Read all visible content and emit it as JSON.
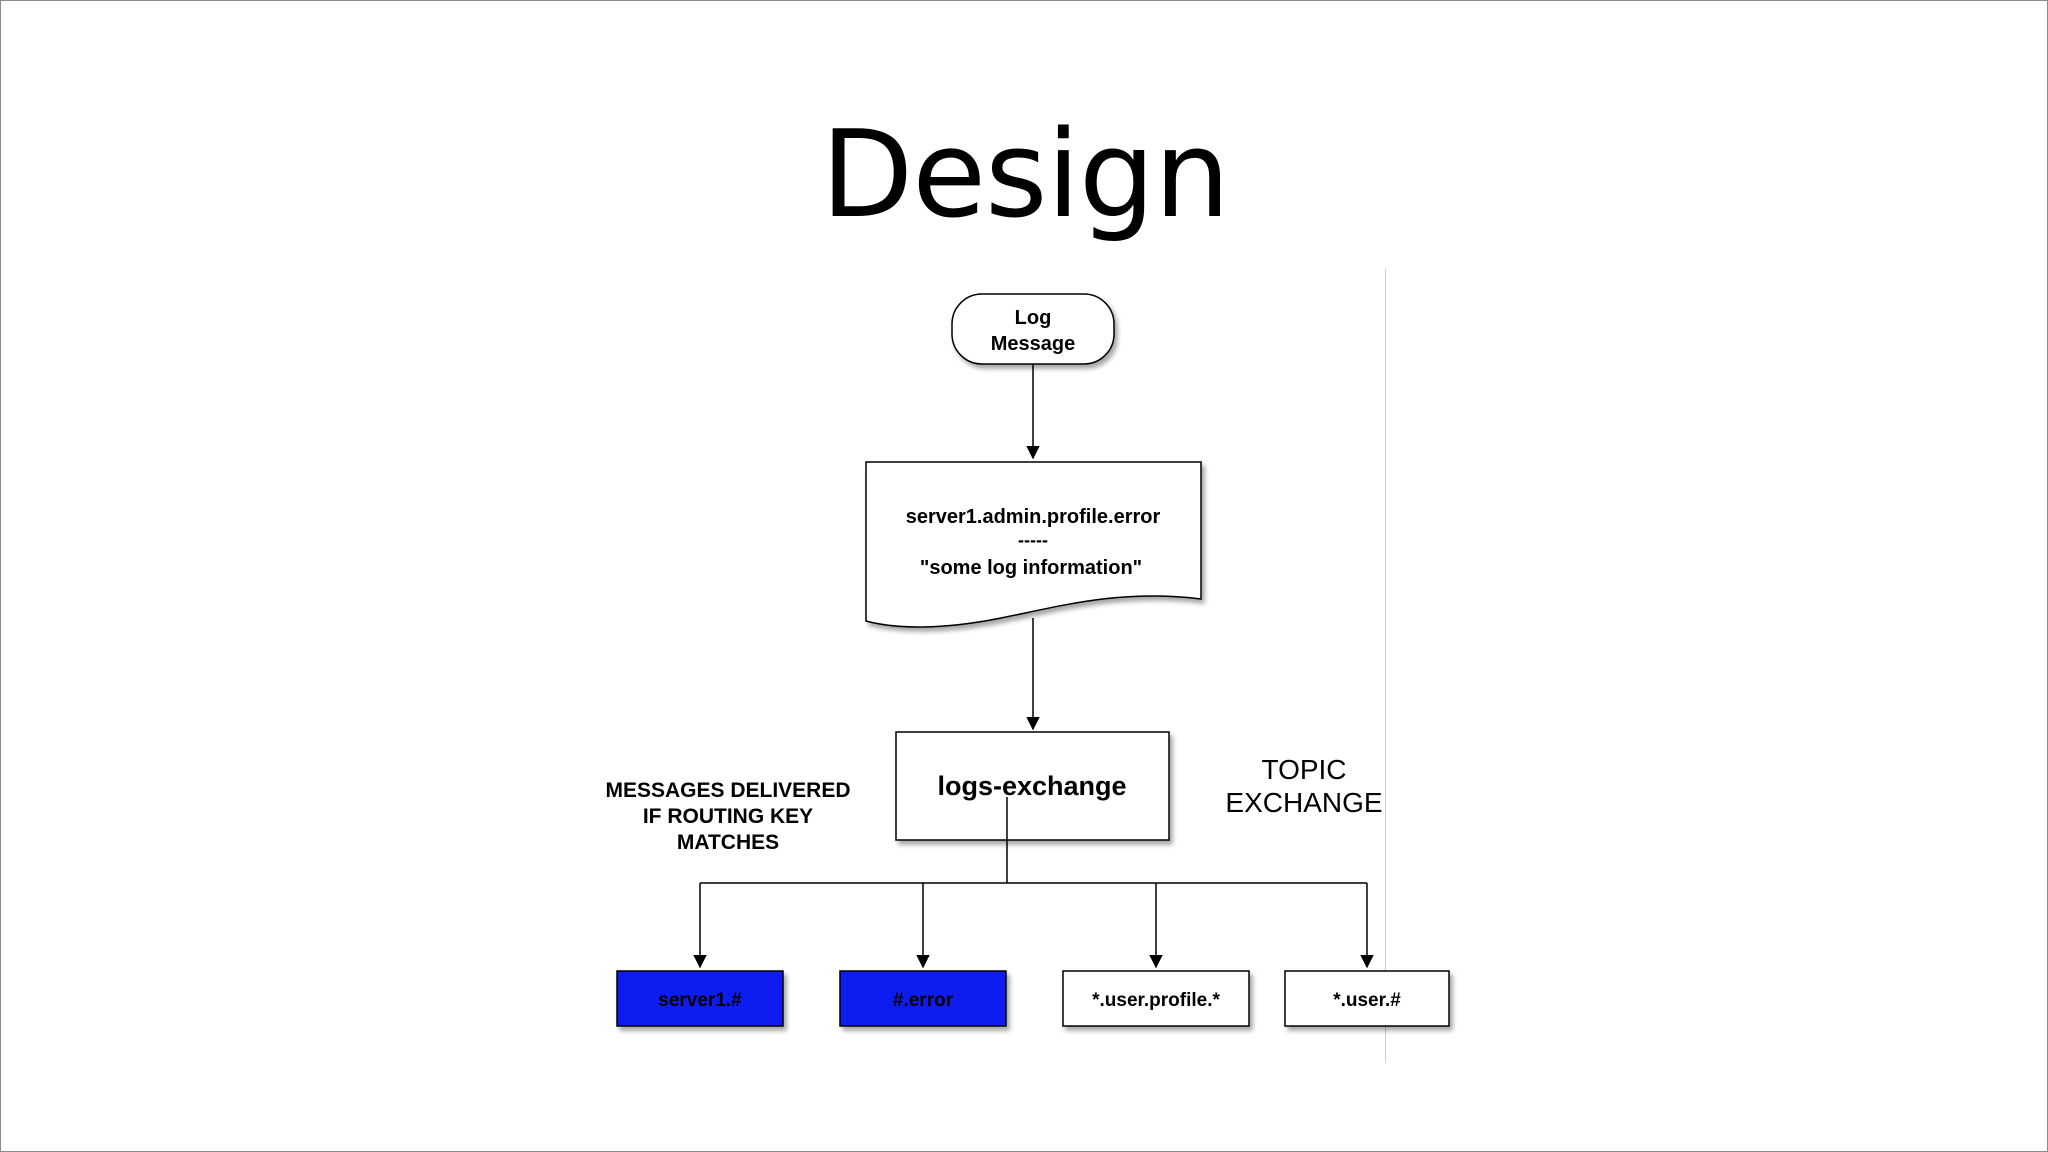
{
  "slide": {
    "title": "Design"
  },
  "diagram": {
    "start_node": {
      "line1": "Log",
      "line2": "Message"
    },
    "document_node": {
      "routing_key": "server1.admin.profile.error",
      "separator": "-----",
      "payload": "\"some log information\""
    },
    "exchange_node": {
      "label": "logs-exchange"
    },
    "exchange_type_label": {
      "line1": "TOPIC",
      "line2": "EXCHANGE"
    },
    "delivery_note": {
      "line1": "MESSAGES DELIVERED",
      "line2": "IF ROUTING KEY",
      "line3": "MATCHES"
    },
    "queues": [
      {
        "label": "server1.#",
        "matched": true
      },
      {
        "label": "#.error",
        "matched": true
      },
      {
        "label": "*.user.profile.*",
        "matched": false
      },
      {
        "label": "*.user.#",
        "matched": false
      }
    ],
    "colors": {
      "matched_fill": "#0a1ef0",
      "matched_text": "#ffffff",
      "unmatched_fill": "#ffffff",
      "unmatched_text": "#000000",
      "stroke": "#000000"
    }
  }
}
